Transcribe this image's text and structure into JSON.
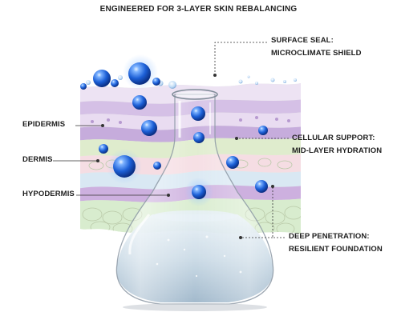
{
  "title": "ENGINEERED FOR 3-LAYER SKIN REBALANCING",
  "labels": {
    "epidermis": "EPIDERMIS",
    "dermis": "DERMIS",
    "hypodermis": "HYPODERMIS",
    "surface_seal_1": "SURFACE SEAL:",
    "surface_seal_2": "MICROCLIMATE SHIELD",
    "cellular_1": "CELLULAR SUPPORT:",
    "cellular_2": "MID-LAYER HYDRATION",
    "deep_1": "DEEP PENETRATION:",
    "deep_2": "RESILIENT FOUNDATION"
  },
  "colors": {
    "epidermis_layers": [
      "#ede3f3",
      "#d9c6e8",
      "#c9b1de",
      "#e7d8f0"
    ],
    "dermis_layers": [
      "#f4d9df",
      "#e6eed0",
      "#d6e6f2"
    ],
    "hypodermis_layers": [
      "#d4b9e2",
      "#c8e3c0",
      "#e2f1da"
    ],
    "droplet_blue": "#1c5fd6",
    "liquid": "#bcd2e3"
  }
}
